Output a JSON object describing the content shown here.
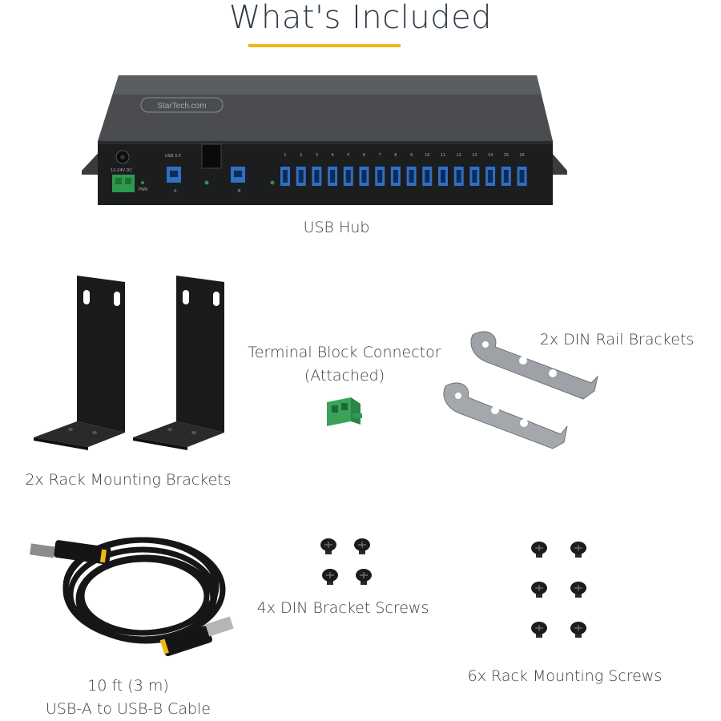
{
  "title": "What's Included",
  "items": {
    "usb_hub": {
      "label": "USB Hub",
      "brand": "StarTech.com",
      "port_numbers": [
        "1",
        "2",
        "3",
        "4",
        "5",
        "6",
        "7",
        "8",
        "9",
        "10",
        "11",
        "12",
        "13",
        "14",
        "15",
        "16"
      ],
      "power_text": "12-24V DC",
      "pwr_text": "PWR",
      "usb_text": "USB 3.0",
      "port_a": "A",
      "port_b": "B"
    },
    "rack_brackets": {
      "label": "2x Rack Mounting Brackets"
    },
    "terminal_block": {
      "label_line1": "Terminal Block Connector",
      "label_line2": "(Attached)"
    },
    "din_brackets": {
      "label": "2x DIN Rail Brackets"
    },
    "cable": {
      "label_line1": "10 ft (3 m)",
      "label_line2": "USB-A to USB-B Cable"
    },
    "din_screws": {
      "label": "4x DIN Bracket Screws"
    },
    "rack_screws": {
      "label": "6x Rack Mounting Screws"
    }
  },
  "colors": {
    "accent": "#f2b51b",
    "usb_blue": "#2f6fc4",
    "terminal_green": "#3aa35a"
  }
}
